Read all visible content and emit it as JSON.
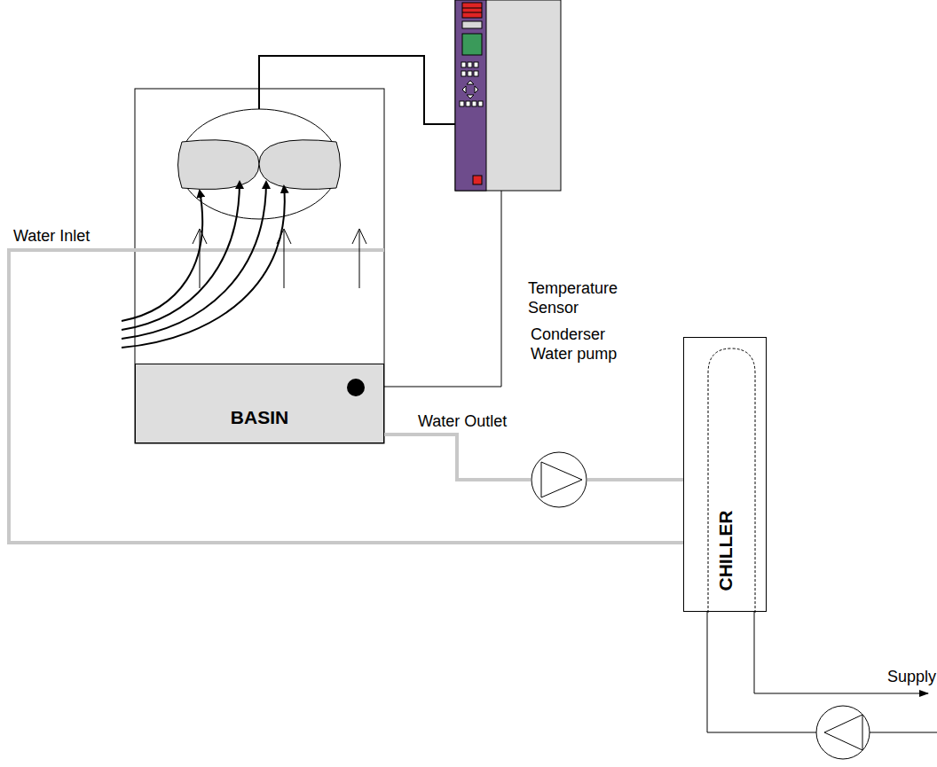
{
  "diagram": {
    "nodes": [
      {
        "text": [
          "BASIN"
        ]
      },
      {
        "text": [
          "Conderser Water pump"
        ]
      },
      {
        "text": [
          "CHILLER"
        ]
      }
    ],
    "edges": [
      {
        "from": 0,
        "to": 1,
        "arrow": "none",
        "label": "Water Outlet"
      },
      {
        "from": 1,
        "to": 2,
        "arrow": "none"
      }
    ],
    "labels": [
      "Water Inlet",
      "Temperature Sensor",
      "Supply"
    ]
  }
}
